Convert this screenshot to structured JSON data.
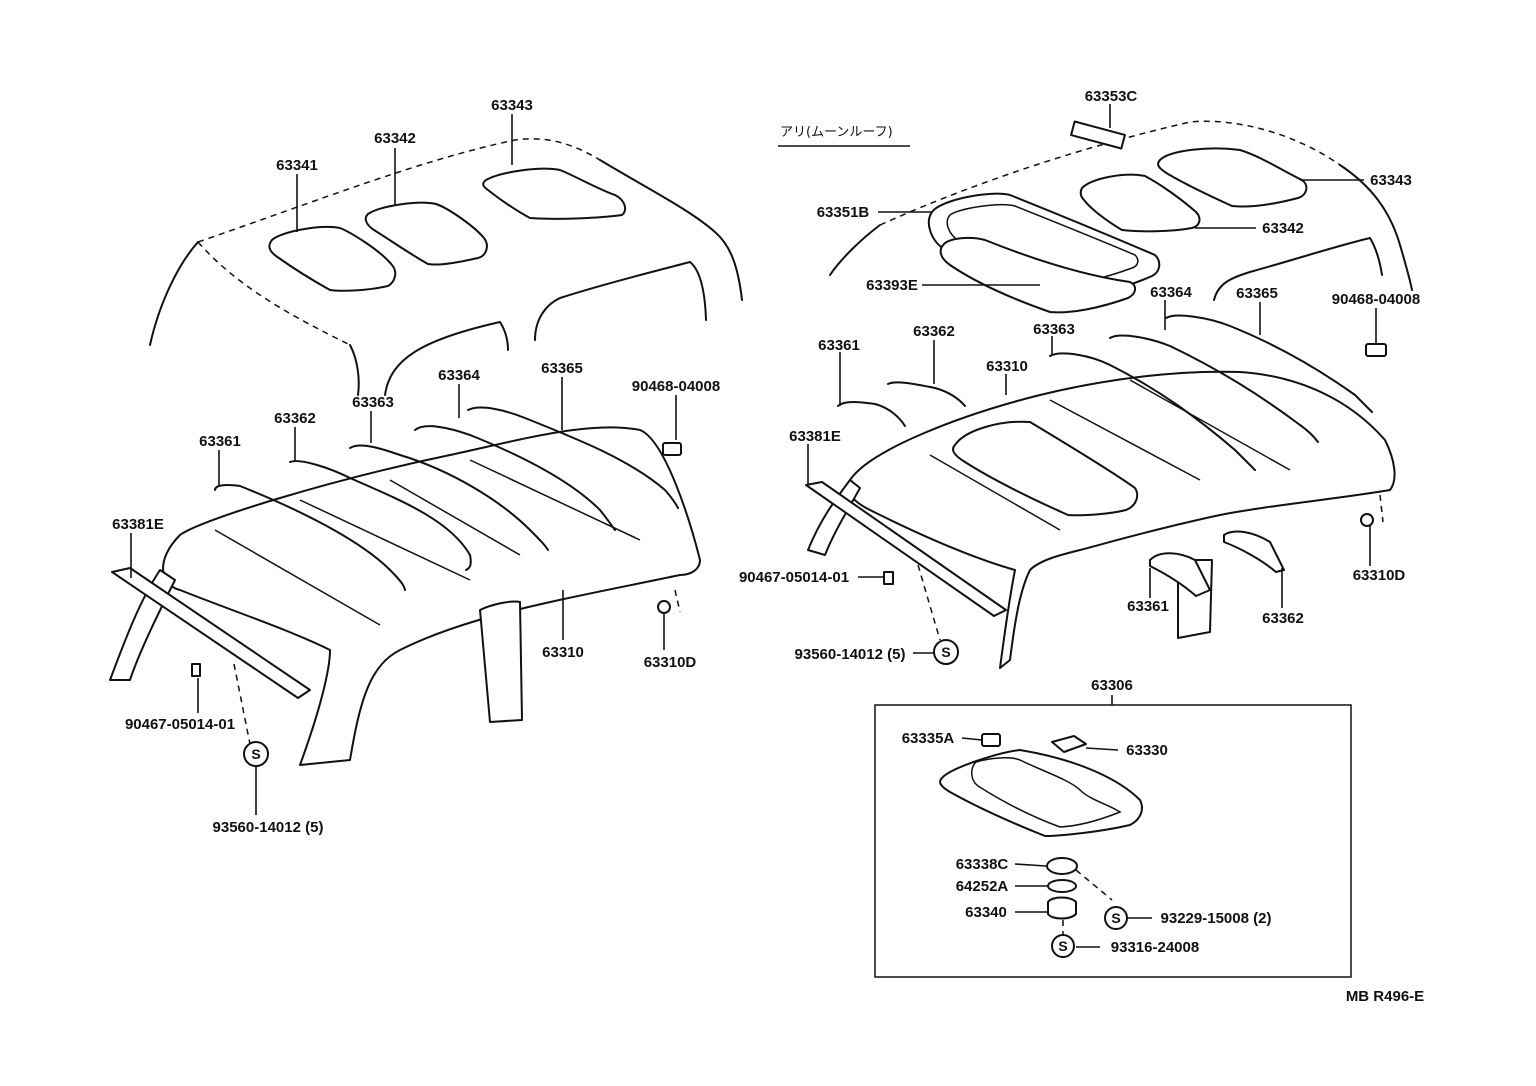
{
  "left": {
    "p63343": "63343",
    "p63342": "63342",
    "p63341": "63341",
    "p63363": "63363",
    "p63364": "63364",
    "p63365": "63365",
    "p63362": "63362",
    "p63361": "63361",
    "p63381E": "63381E",
    "p90468": "90468-04008",
    "p63310": "63310",
    "p63310D": "63310D",
    "p90467": "90467-05014-01",
    "p93560": "93560-14012 (5)"
  },
  "right": {
    "variant_note": "アリ(ムーンルーフ)",
    "p63353C": "63353C",
    "p63343": "63343",
    "p63351B": "63351B",
    "p63342": "63342",
    "p63393E": "63393E",
    "p63364": "63364",
    "p63365": "63365",
    "p90468": "90468-04008",
    "p63363": "63363",
    "p63362a": "63362",
    "p63361a": "63361",
    "p63310": "63310",
    "p63381E": "63381E",
    "p90467": "90467-05014-01",
    "p93560": "93560-14012 (5)",
    "p63310D": "63310D",
    "p63361b": "63361",
    "p63362b": "63362"
  },
  "assembly": {
    "p63306": "63306",
    "p63335A": "63335A",
    "p63330": "63330",
    "p63338C": "63338C",
    "p64252A": "64252A",
    "p63340": "63340",
    "p93229": "93229-15008 (2)",
    "p93316": "93316-24008"
  },
  "symbol_letter": "S",
  "drawing_code": "MB R496-E"
}
